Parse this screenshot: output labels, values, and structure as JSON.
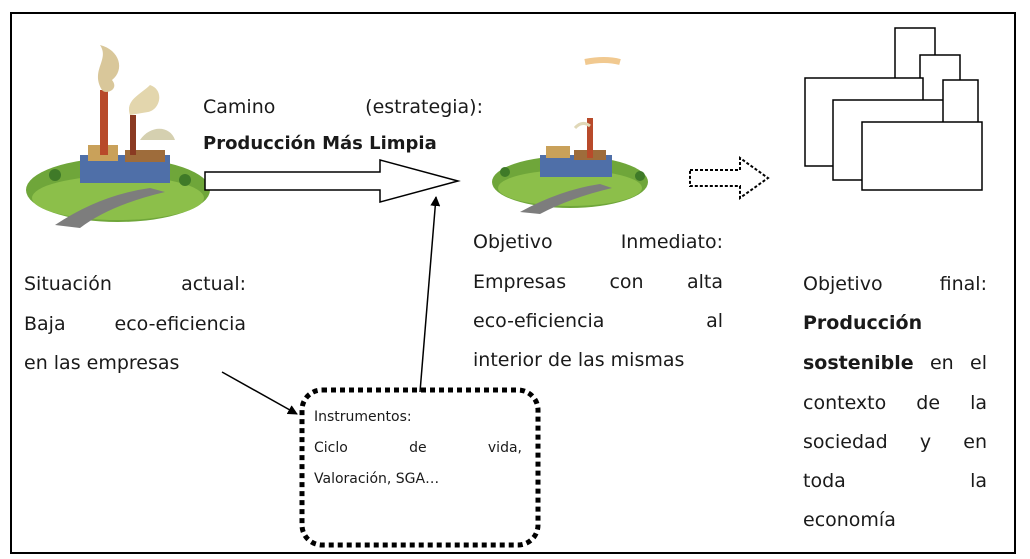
{
  "camino": {
    "label_left": "Camino",
    "label_right": "(estrategia):",
    "strategy": "Producción Más Limpia"
  },
  "situacion": {
    "line1_left": "Situación",
    "line1_right": "actual:",
    "line2_left": "Baja",
    "line2_right": "eco-eficiencia",
    "line3": "en las empresas"
  },
  "inmediato": {
    "line1_left": "Objetivo",
    "line1_right": "Inmediato:",
    "line2_a": "Empresas",
    "line2_b": "con",
    "line2_c": "alta",
    "line3_left": "eco-eficiencia",
    "line3_right": "al",
    "line4": "interior de las mismas"
  },
  "final": {
    "line1_left": "Objetivo",
    "line1_right": "final:",
    "line2": "Producción",
    "line3_bold": "sostenible",
    "line3_a": "en",
    "line3_b": "el",
    "line4_a": "contexto",
    "line4_b": "de",
    "line4_c": "la",
    "line5_a": "sociedad",
    "line5_b": "y",
    "line5_c": "en",
    "line6_left": "toda",
    "line6_right": "la",
    "line7": "economía"
  },
  "instrumentos": {
    "title": "Instrumentos:",
    "line2_a": "Ciclo",
    "line2_b": "de",
    "line2_c": "vida,",
    "line3": "Valoración, SGA…"
  },
  "colors": {
    "smoke": "#d9c79a",
    "grass": "#6fa63a",
    "road": "#7d7d7d",
    "sky_sand": "#e9c98a",
    "factory": "#4f6fa8"
  }
}
